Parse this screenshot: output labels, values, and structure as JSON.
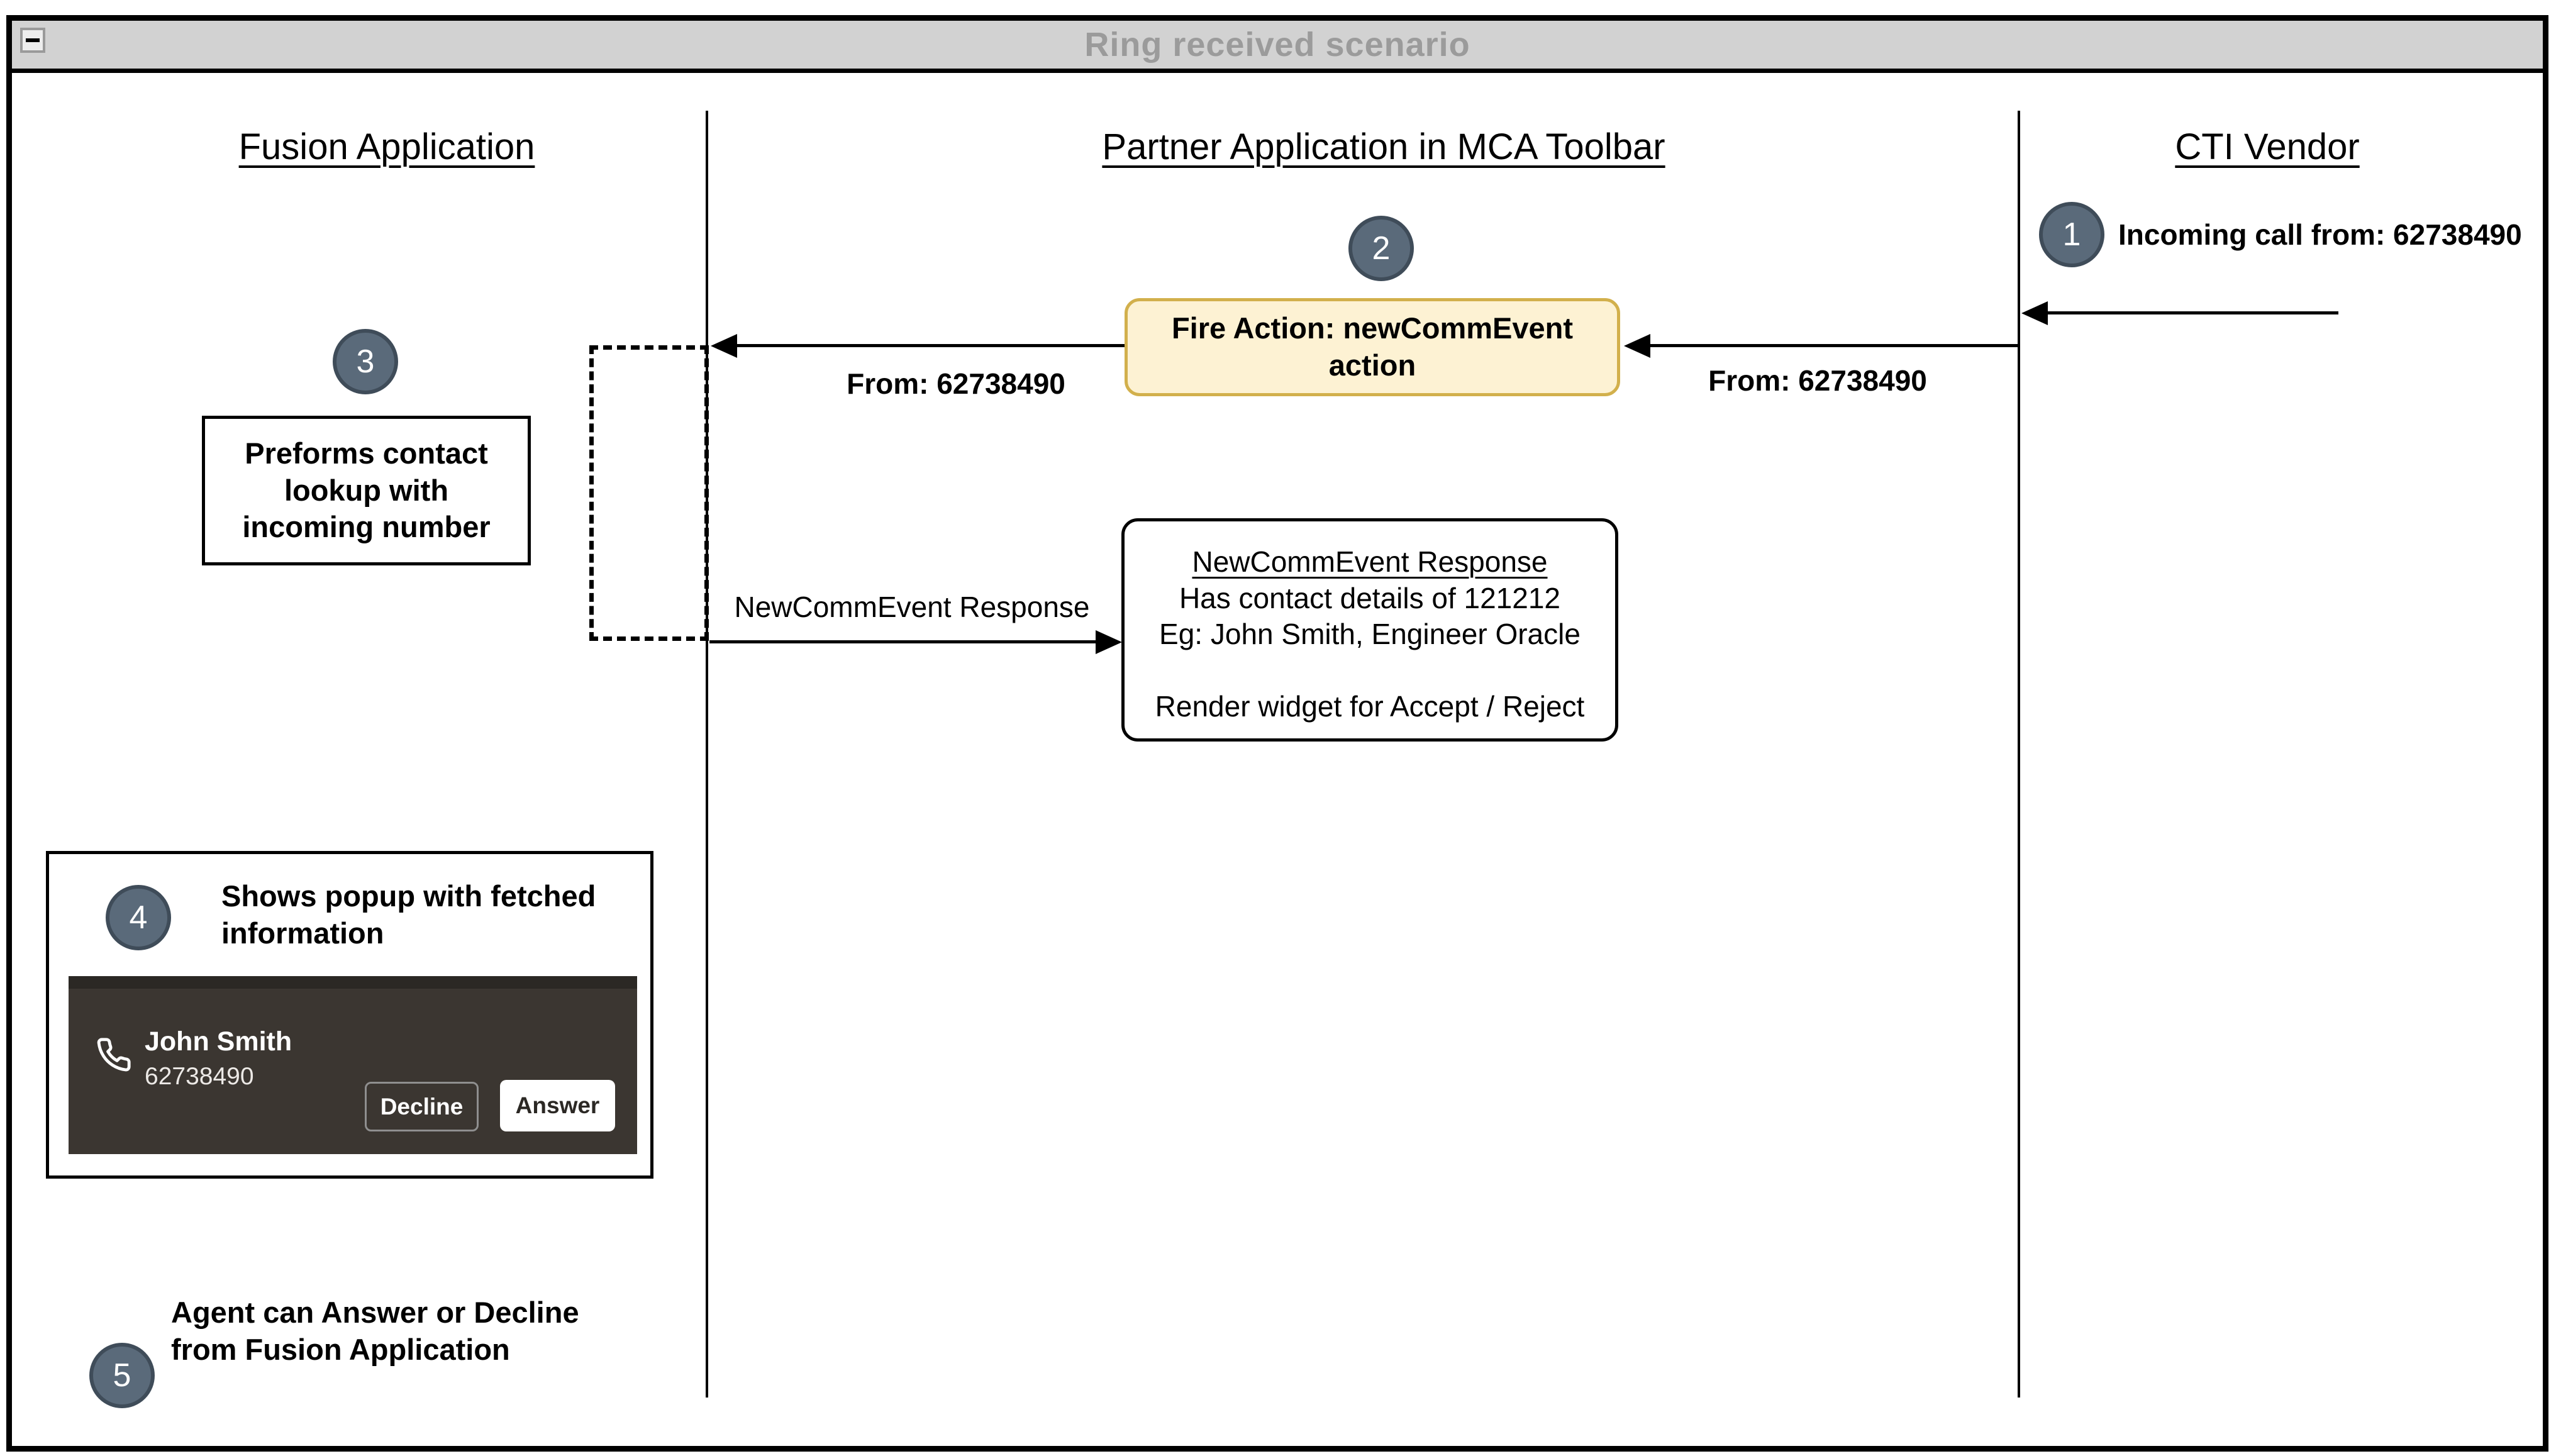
{
  "window": {
    "title": "Ring received scenario",
    "collapse_icon": "minimize-icon"
  },
  "columns": [
    {
      "label": "Fusion Application"
    },
    {
      "label": "Partner Application in MCA Toolbar"
    },
    {
      "label": "CTI Vendor"
    }
  ],
  "steps": {
    "s1": {
      "num": "1",
      "label": "Incoming call from: 62738490"
    },
    "s2": {
      "num": "2"
    },
    "s3": {
      "num": "3",
      "box_text": "Preforms contact lookup with incoming number"
    },
    "s4": {
      "num": "4",
      "label": "Shows popup with fetched information"
    },
    "s5": {
      "num": "5",
      "label": "Agent can Answer or Decline from Fusion Application"
    }
  },
  "messages": {
    "fire_action": "Fire Action: newCommEvent action",
    "from_right": "From: 62738490",
    "from_left": "From: 62738490",
    "response_arrow": "NewCommEvent Response"
  },
  "response_box": {
    "title": "NewCommEvent Response",
    "lines": [
      "Has contact details of 121212",
      "Eg: John Smith, Engineer Oracle",
      "",
      "Render widget for Accept / Reject"
    ]
  },
  "popup": {
    "caller_name": "John Smith",
    "caller_number": "62738490",
    "decline_label": "Decline",
    "answer_label": "Answer",
    "phone_icon": "phone-receiver-icon"
  },
  "colors": {
    "titlebar_bg": "#d2d2d2",
    "titlebar_text": "#9b9b9b",
    "circle_fill": "#5a6a7a",
    "circle_border": "#3f4c59",
    "fire_box_fill": "#fdf2d3",
    "fire_box_border": "#d2b04c",
    "popup_bg": "#3b3631",
    "popup_band": "#2b2824"
  }
}
